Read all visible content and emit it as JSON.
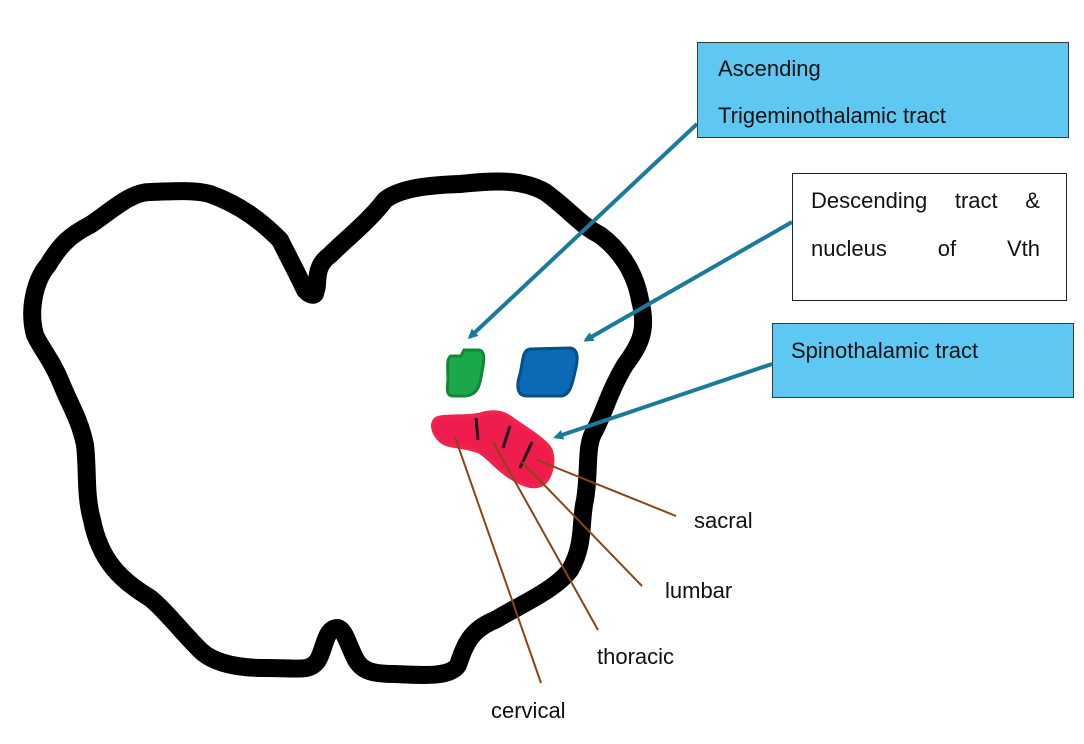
{
  "labels": {
    "ascending": {
      "line1": "Ascending",
      "line2": "Trigeminothalamic tract"
    },
    "descending": {
      "row1": [
        "Descending",
        "tract",
        "&"
      ],
      "row2": [
        "nucleus",
        "of",
        "Vth"
      ]
    },
    "spinothalamic": "Spinothalamic tract",
    "segments": {
      "sacral": "sacral",
      "lumbar": "lumbar",
      "thoracic": "thoracic",
      "cervical": "cervical"
    }
  },
  "colors": {
    "outline": "#000000",
    "label_box": "#5ec8f2",
    "arrow": "#1a7a9a",
    "leader": "#8b4513",
    "trigeminothalamic_fill": "#1aa84a",
    "trigeminothalamic_stroke": "#0e8a36",
    "spinal_nucleus_fill": "#0a6ab5",
    "spinal_nucleus_stroke": "#074f8a",
    "spinothalamic_fill": "#ef1c4e",
    "spinothalamic_stroke": "#f0234a",
    "lamination_lines": "#1a1a1a"
  }
}
